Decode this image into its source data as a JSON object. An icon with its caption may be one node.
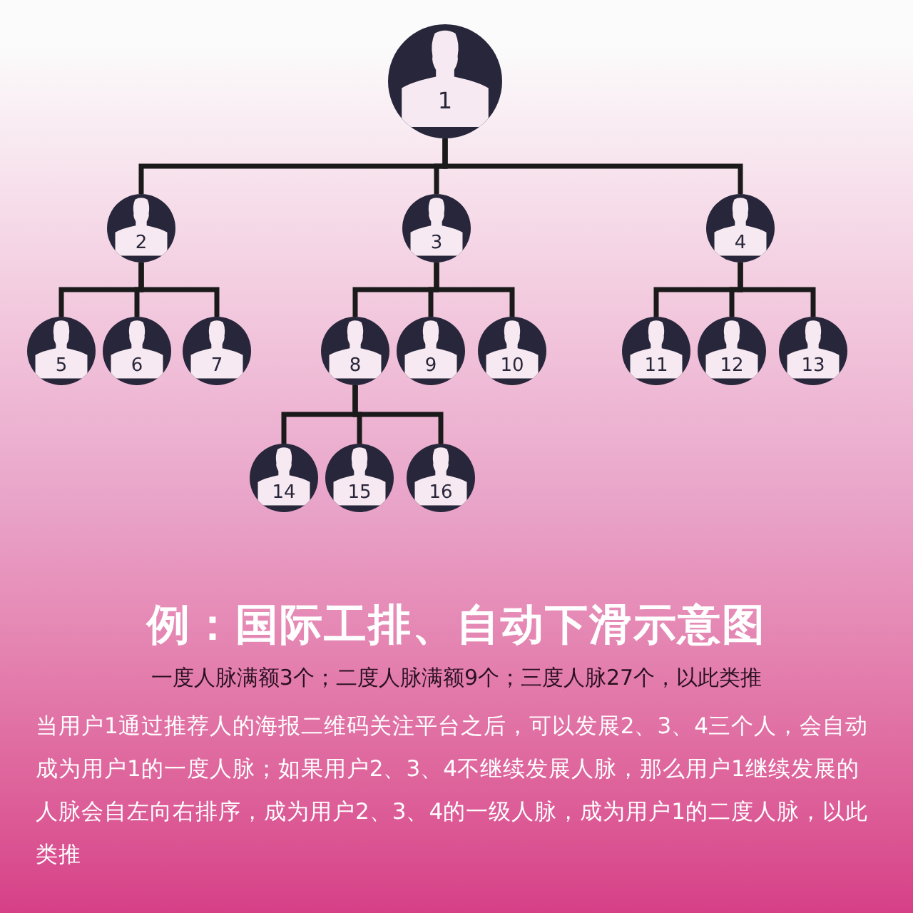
{
  "diagram": {
    "title": "例：国际工排、自动下滑示意图",
    "nodes": [
      {
        "text": [
          "1"
        ]
      },
      {
        "text": [
          "2"
        ]
      },
      {
        "text": [
          "3"
        ]
      },
      {
        "text": [
          "4"
        ]
      },
      {
        "text": [
          "5"
        ]
      },
      {
        "text": [
          "6"
        ]
      },
      {
        "text": [
          "7"
        ]
      },
      {
        "text": [
          "8"
        ]
      },
      {
        "text": [
          "9"
        ]
      },
      {
        "text": [
          "10"
        ]
      },
      {
        "text": [
          "11"
        ]
      },
      {
        "text": [
          "12"
        ]
      },
      {
        "text": [
          "13"
        ]
      },
      {
        "text": [
          "14"
        ]
      },
      {
        "text": [
          "15"
        ]
      },
      {
        "text": [
          "16"
        ]
      }
    ],
    "edges": [
      {
        "from": 0,
        "to": 1,
        "arrow": "none"
      },
      {
        "from": 0,
        "to": 2,
        "arrow": "none"
      },
      {
        "from": 0,
        "to": 3,
        "arrow": "none"
      },
      {
        "from": 1,
        "to": 4,
        "arrow": "none"
      },
      {
        "from": 1,
        "to": 5,
        "arrow": "none"
      },
      {
        "from": 1,
        "to": 6,
        "arrow": "none"
      },
      {
        "from": 2,
        "to": 7,
        "arrow": "none"
      },
      {
        "from": 2,
        "to": 8,
        "arrow": "none"
      },
      {
        "from": 2,
        "to": 9,
        "arrow": "none"
      },
      {
        "from": 3,
        "to": 10,
        "arrow": "none"
      },
      {
        "from": 3,
        "to": 11,
        "arrow": "none"
      },
      {
        "from": 3,
        "to": 12,
        "arrow": "none"
      },
      {
        "from": 7,
        "to": 13,
        "arrow": "none"
      },
      {
        "from": 7,
        "to": 14,
        "arrow": "none"
      },
      {
        "from": 7,
        "to": 15,
        "arrow": "none"
      }
    ],
    "labels": [
      "一度人脉满额3个；二度人脉满额9个；三度人脉27个，以此类推",
      "当用户1通过推荐人的海报二维码关注平台之后，可以发展2、3、4三个人，会自动成为用户1的一度人脉；如果用户2、3、4不继续发展人脉，那么用户1继续发展的人脉会自左向右排序，成为用户2、3、4的一级人脉，成为用户1的二度人脉，以此类推"
    ]
  }
}
